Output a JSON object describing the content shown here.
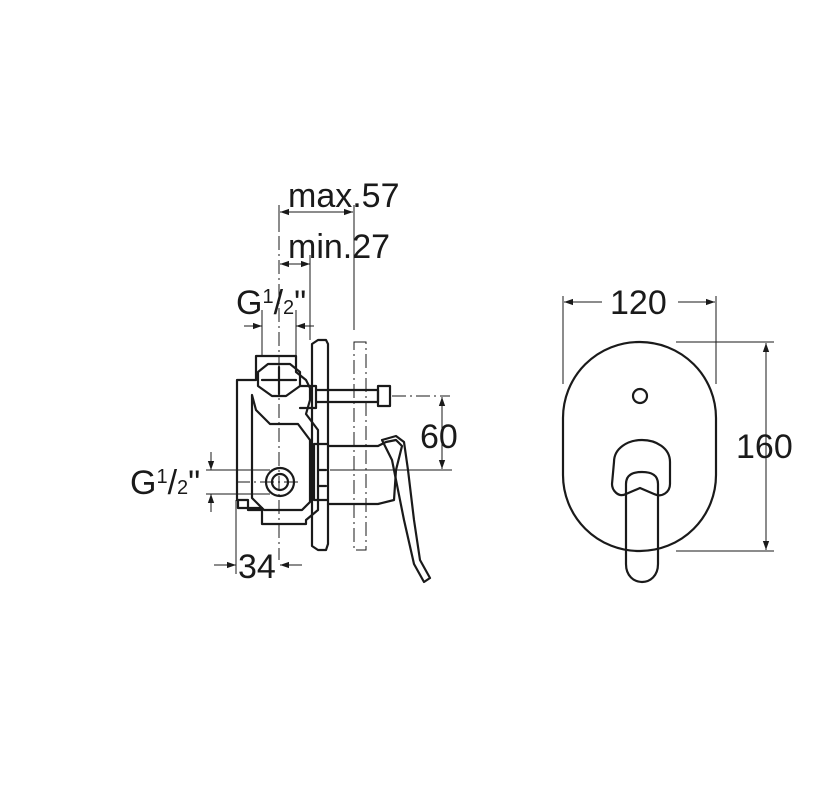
{
  "side_view": {
    "max_label": "max.57",
    "min_label": "min.27",
    "thread_top": {
      "prefix": "G",
      "num": "1",
      "slash": "/",
      "den": "2",
      "suffix": "\""
    },
    "thread_side": {
      "prefix": "G",
      "num": "1",
      "slash": "/",
      "den": "2",
      "suffix": "\""
    },
    "height_label": "60",
    "depth_label": "34"
  },
  "front_view": {
    "width_label": "120",
    "height_label": "160"
  }
}
